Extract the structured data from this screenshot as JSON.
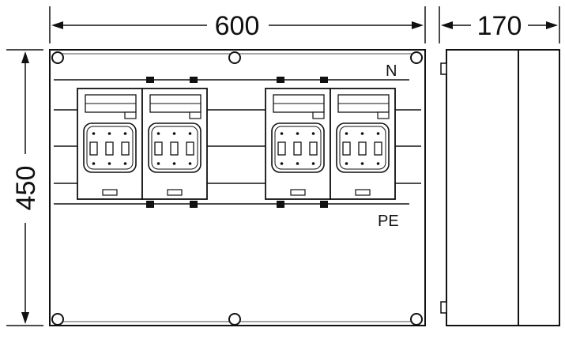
{
  "dimensions": {
    "width_label": "600",
    "height_label": "450",
    "depth_label": "170"
  },
  "busbars": {
    "top_label": "N",
    "bottom_label": "PE"
  },
  "components": {
    "fuse_units": 4
  },
  "colors": {
    "line": "#111111",
    "panel_fill": "#ffffff",
    "component_fill": "#f4f4f4"
  }
}
